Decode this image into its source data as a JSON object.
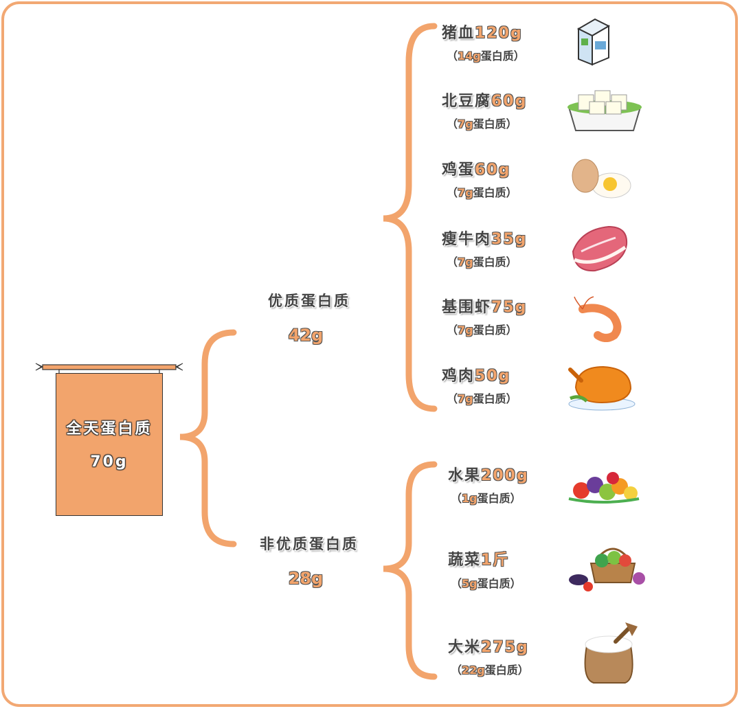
{
  "total": {
    "label": "全天蛋白质",
    "value": "70g"
  },
  "quality": {
    "label": "优质蛋白质",
    "value": "42g"
  },
  "nonquality": {
    "label": "非优质蛋白质",
    "value": "28g"
  },
  "foods": [
    {
      "name": "猪血",
      "amount": "120g",
      "protein_num": "14g",
      "protein_suffix": "蛋白质",
      "icon": "milk-carton-icon"
    },
    {
      "name": "北豆腐",
      "amount": "60g",
      "protein_num": "7g",
      "protein_suffix": "蛋白质",
      "icon": "tofu-icon"
    },
    {
      "name": "鸡蛋",
      "amount": "60g",
      "protein_num": "7g",
      "protein_suffix": "蛋白质",
      "icon": "egg-icon"
    },
    {
      "name": "瘦牛肉",
      "amount": "35g",
      "protein_num": "7g",
      "protein_suffix": "蛋白质",
      "icon": "beef-steak-icon"
    },
    {
      "name": "基围虾",
      "amount": "75g",
      "protein_num": "7g",
      "protein_suffix": "蛋白质",
      "icon": "shrimp-icon"
    },
    {
      "name": "鸡肉",
      "amount": "50g",
      "protein_num": "7g",
      "protein_suffix": "蛋白质",
      "icon": "roast-chicken-icon"
    },
    {
      "name": "水果",
      "amount": "200g",
      "protein_num": "1g",
      "protein_suffix": "蛋白质",
      "icon": "fruit-pile-icon"
    },
    {
      "name": "蔬菜",
      "amount": "1斤",
      "protein_num": "5g",
      "protein_suffix": "蛋白质",
      "icon": "vegetable-basket-icon"
    },
    {
      "name": "大米",
      "amount": "275g",
      "protein_num": "22g",
      "protein_suffix": "蛋白质",
      "icon": "rice-sack-icon"
    }
  ],
  "colors": {
    "accent": "#F2A46C",
    "frame": "#F2A873",
    "text": "#444444"
  }
}
